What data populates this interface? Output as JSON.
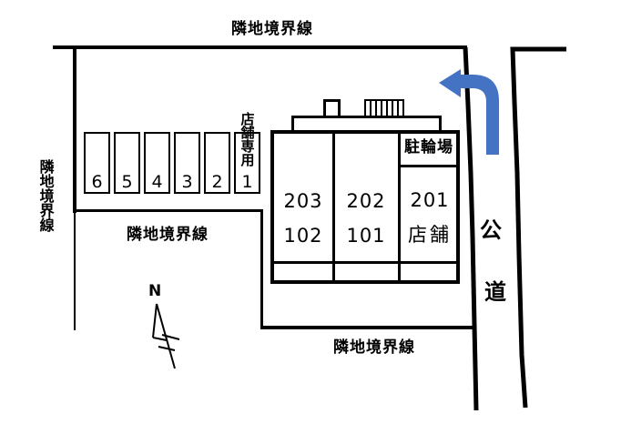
{
  "plan": {
    "boundary": {
      "top": "隣地境界線",
      "left": "隣地境界線",
      "middle": "隣地境界線",
      "bottom": "隣地境界線"
    },
    "road": {
      "name": "公道",
      "char1": "公",
      "char2": "道"
    },
    "compass": {
      "north": "N"
    },
    "parking": {
      "spaces": [
        "6",
        "5",
        "4",
        "3",
        "2"
      ],
      "store_space": {
        "label": "店舗専用",
        "number": "1"
      }
    },
    "building": {
      "bicycle_parking": "駐輪場",
      "units": [
        {
          "upper": "203",
          "lower": "102"
        },
        {
          "upper": "202",
          "lower": "101"
        },
        {
          "upper": "201",
          "lower": "店舗"
        }
      ]
    },
    "colors": {
      "arrow": "#4573C4",
      "line": "#000000",
      "bg": "#FFFFFF"
    }
  }
}
